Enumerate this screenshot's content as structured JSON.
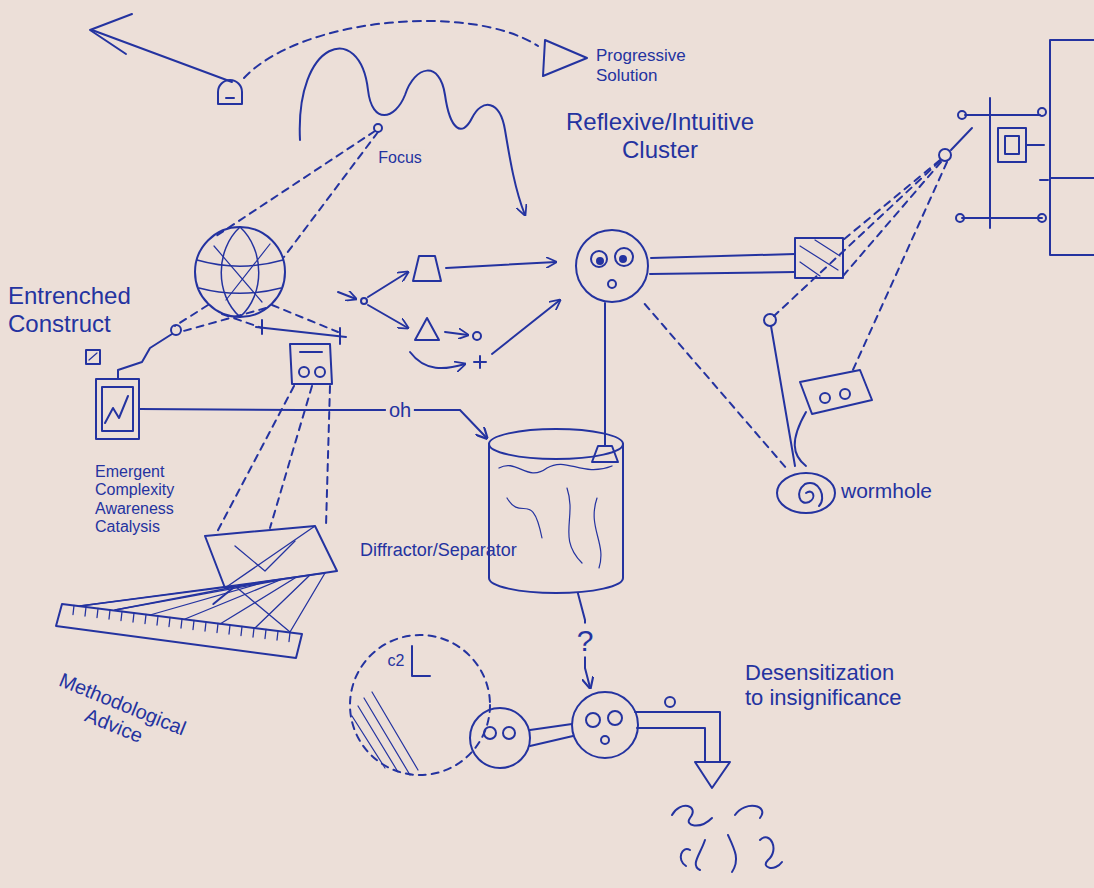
{
  "diagram": {
    "nodes": [
      {
        "text": [
          "Progressive Solution"
        ]
      },
      {
        "text": [
          "Reflexive/Intuitive Cluster"
        ]
      },
      {
        "text": [
          "Entrenched Construct"
        ]
      },
      {
        "text": [
          "Emergent Complexity Awareness Catalysis"
        ]
      },
      {
        "text": [
          "Diffractor/Separator"
        ]
      },
      {
        "text": [
          "Methodological Advice"
        ]
      },
      {
        "text": [
          "wormhole"
        ]
      },
      {
        "text": [
          "Desensitization to insignificance"
        ]
      }
    ],
    "edges": [
      {
        "from": 2,
        "to": 3,
        "arrow": "to",
        "label": "oh"
      },
      {
        "from": 3,
        "to": 7,
        "arrow": "to",
        "label": "?"
      },
      {
        "from": 4,
        "to": 5,
        "arrow": "none"
      },
      {
        "from": 1,
        "to": 6,
        "arrow": "none"
      }
    ],
    "labels": [
      "Focus",
      "c2"
    ]
  }
}
